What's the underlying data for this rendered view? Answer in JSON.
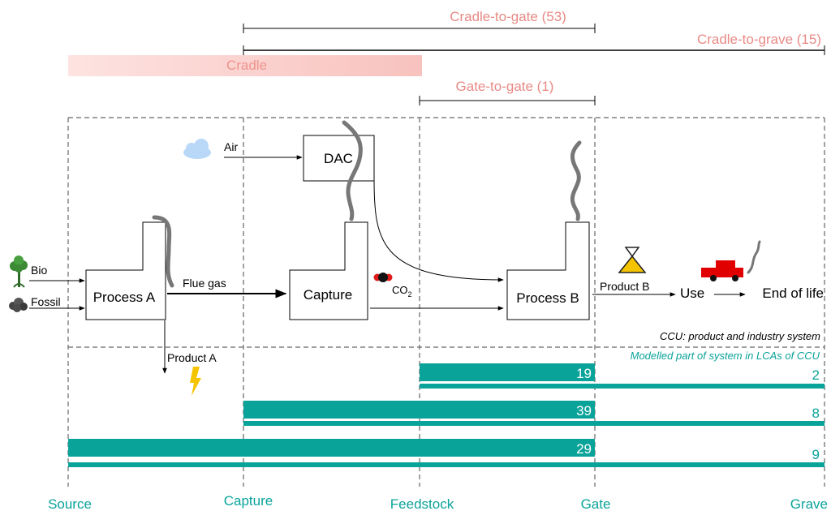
{
  "scopes": {
    "cradle_to_gate": "Cradle-to-gate (53)",
    "cradle_to_grave": "Cradle-to-grave (15)",
    "cradle": "Cradle",
    "gate_to_gate": "Gate-to-gate (1)"
  },
  "inputs": {
    "bio": "Bio",
    "fossil": "Fossil",
    "air": "Air"
  },
  "processes": {
    "process_a": "Process A",
    "capture": "Capture",
    "dac": "DAC",
    "process_b": "Process B",
    "use": "Use",
    "end_of_life": "End of life"
  },
  "flows": {
    "flue_gas": "Flue gas",
    "co2": "CO",
    "co2_sub": "2",
    "product_a": "Product A",
    "product_b": "Product B"
  },
  "labels": {
    "ccu_system": "CCU: product and industry system",
    "modelled_part": "Modelled part of system in LCAs of CCU"
  },
  "stages": [
    "Source",
    "Capture",
    "Feedstock",
    "Gate",
    "Grave"
  ],
  "bars": [
    {
      "gate_count": "19",
      "grave_count": "2"
    },
    {
      "gate_count": "39",
      "grave_count": "8"
    },
    {
      "gate_count": "29",
      "grave_count": "9"
    }
  ],
  "colors": {
    "scope_text": "#e88a85",
    "teal": "#0aa39a",
    "dash": "#666666",
    "cradle_fill": "#f9c9c6"
  }
}
